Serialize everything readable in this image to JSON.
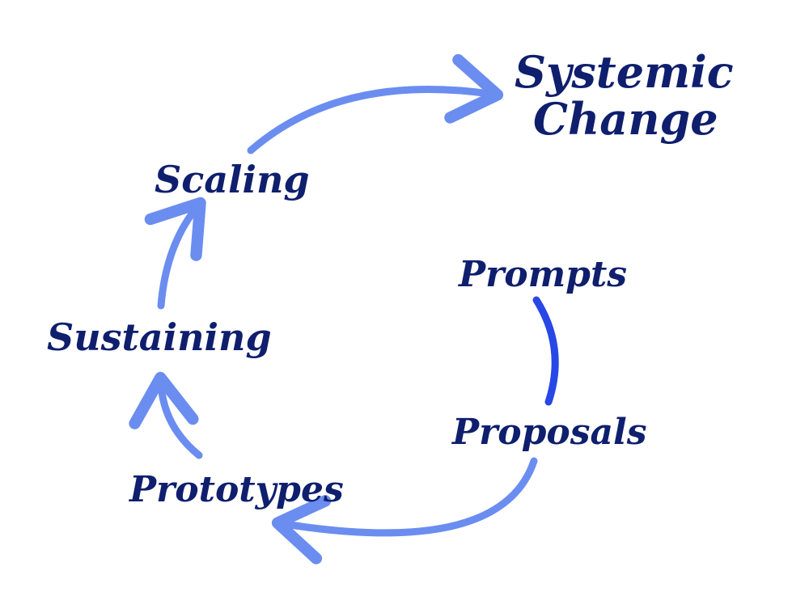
{
  "diagram": {
    "nodes": {
      "systemic_line1": "Systemic",
      "systemic_line2": "Change",
      "scaling": "Scaling",
      "sustaining": "Sustaining",
      "prototypes": "Prototypes",
      "proposals": "Proposals",
      "prompts": "Prompts"
    },
    "colors": {
      "text": "#0f1f6e",
      "arrow_light": "#6b8df0",
      "arrow_dark": "#2747e6",
      "background": "#ffffff"
    }
  }
}
